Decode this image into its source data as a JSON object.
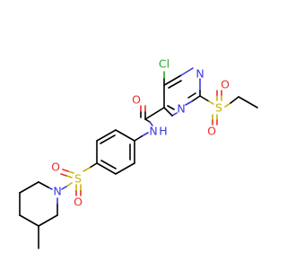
{
  "molecule": {
    "atom_labels": {
      "cl": "Cl",
      "n_ring_top": "N",
      "n_ring_bottom": "N",
      "o_amide": "O",
      "nh": "N",
      "h": "H",
      "s_right": "S",
      "o_s_right_top": "O",
      "o_s_right_bottom": "O",
      "s_left": "S",
      "o_s_left_left": "O",
      "o_s_left_bottom": "O",
      "n_pip": "N"
    },
    "colors": {
      "carbon": "#000000",
      "oxygen": "#e8302a",
      "nitrogen": "#3838e0",
      "sulfur": "#c9b400",
      "chlorine": "#1fae1f"
    }
  }
}
